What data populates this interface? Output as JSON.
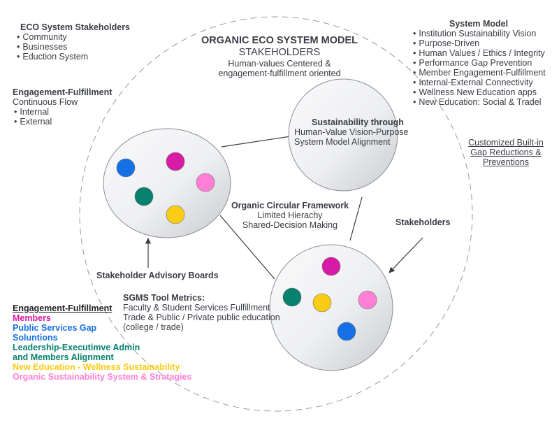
{
  "title": {
    "main": "ORGANIC ECO SYSTEM MODEL",
    "sub": "STAKEHOLDERS",
    "desc_lines": [
      "Human-values Centered &",
      "engagement-fulfillment oriented"
    ]
  },
  "eco_stakeholders": {
    "heading": "ECO System Stakeholders",
    "items": [
      "Community",
      "Businesses",
      "Eduction System"
    ]
  },
  "engagement_flow": {
    "heading": "Engagement-Fulfillment",
    "subheading": "Continuous Flow",
    "items": [
      "Internal",
      "External"
    ]
  },
  "system_model": {
    "heading": "System Model",
    "items": [
      "Institution Sustainability Vision",
      "Purpose-Driven",
      "Human Values / Ethics / Integrity",
      "Performance Gap Prevention",
      "Member Engagement-Fulfillment",
      "Internal-External Connectivity",
      "Wellness New Education apps",
      "New Education: Social & Tradel"
    ]
  },
  "sustainability_node": {
    "heading": "Sustainability through",
    "lines": [
      "Human-Value Vision-Purpose",
      "System Model Alignment"
    ]
  },
  "customized_note": {
    "lines": [
      "Customized Built-in",
      "Gap Reductions &",
      "Preventions"
    ]
  },
  "framework": {
    "heading": "Organic Circular Framework",
    "lines": [
      "Limited Hierachy",
      "Shared-Decision Making"
    ]
  },
  "stakeholders_label": "Stakeholders",
  "advisory_label": "Stakeholder Advisory Boards",
  "sgms": {
    "heading": "SGMS Tool Metrics:",
    "lines": [
      "Faculty & Student Services Fulfillment",
      "Trade & Public / Private public education",
      "(college / trade)"
    ]
  },
  "legend": {
    "heading": "Engagement-Fulfillment",
    "entries": [
      {
        "key": "members",
        "lines": [
          "Members"
        ],
        "color": "#d81ba6"
      },
      {
        "key": "public",
        "lines": [
          "Public Services Gap",
          "Soluntions"
        ],
        "color": "#1570e6"
      },
      {
        "key": "leadership",
        "lines": [
          "Leadership-Executimve Admin",
          "and Members Alignment"
        ],
        "color": "#07806e"
      },
      {
        "key": "education",
        "lines": [
          "New Education - Wellness Sustainability"
        ],
        "color": "#facc15"
      },
      {
        "key": "organic",
        "lines": [
          "Organic Sustainability System & Stratagies"
        ],
        "color": "#ff80d5"
      }
    ]
  },
  "colors": {
    "text": "#3a3d45",
    "members": "#d81ba6",
    "public": "#1570e6",
    "leadership": "#07806e",
    "education": "#facc15",
    "organic": "#ff80d5",
    "node_fill_light": "#f8f8f9",
    "node_fill_dark": "#c9ccd2",
    "node_stroke": "#8a8d93",
    "dashed": "#9a9a9a"
  }
}
